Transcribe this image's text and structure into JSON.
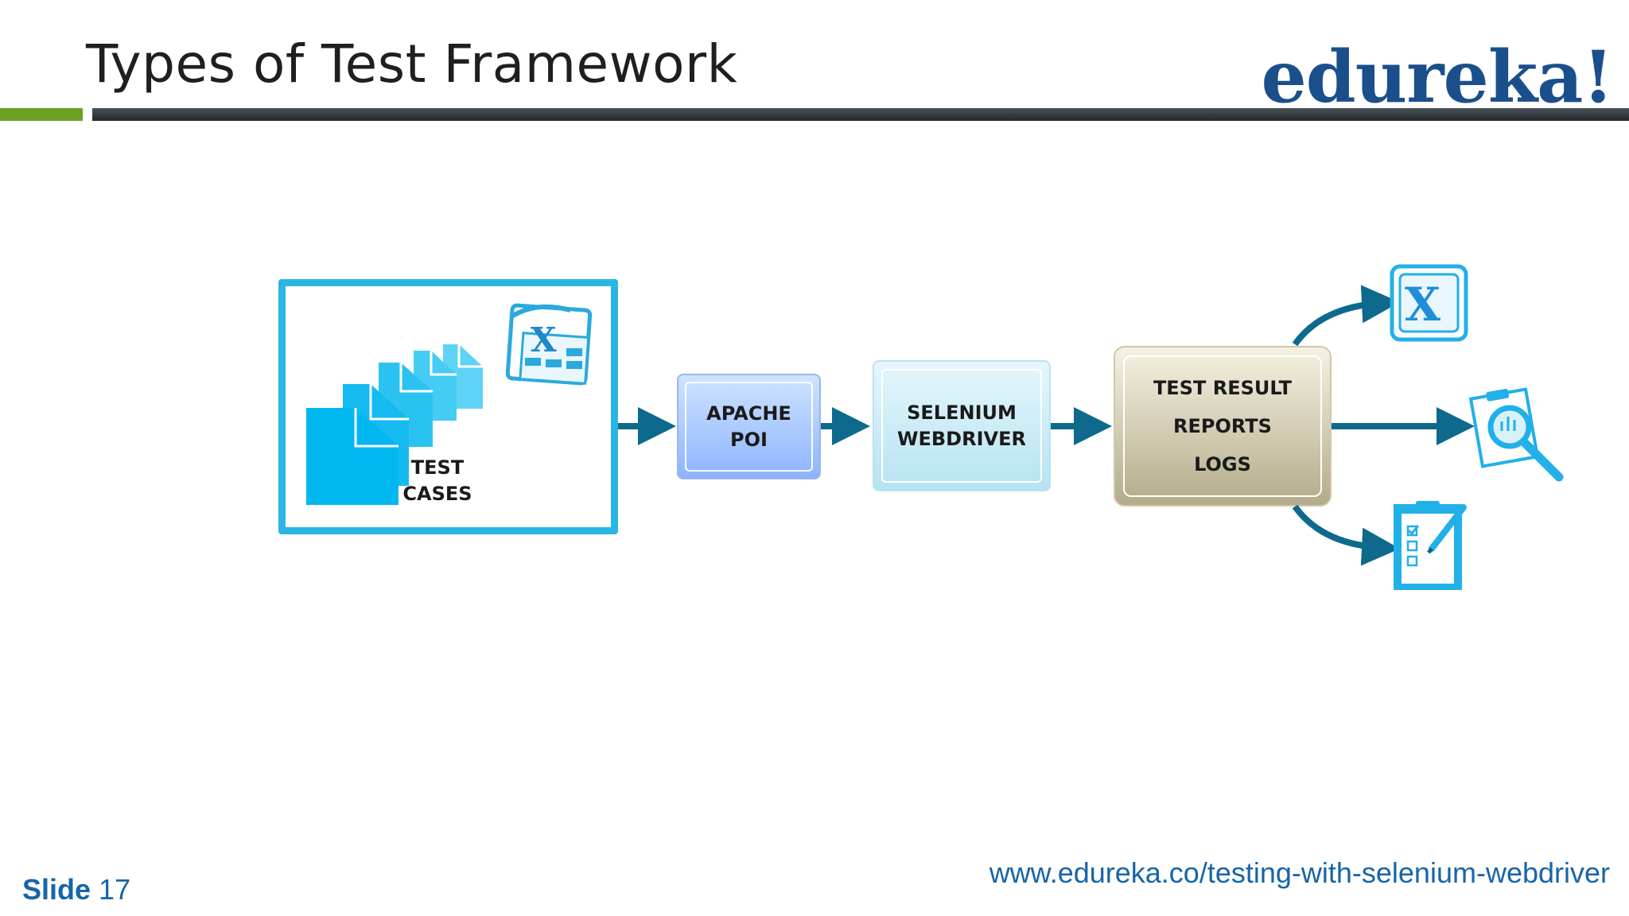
{
  "header": {
    "title": "Types of Test Framework",
    "logo_text": "edureka!"
  },
  "diagram": {
    "test_cases": {
      "line1": "TEST",
      "line2": "CASES"
    },
    "apache_poi": {
      "line1": "APACHE",
      "line2": "POI"
    },
    "selenium": {
      "line1": "SELENIUM",
      "line2": "WEBDRIVER"
    },
    "results": {
      "line1": "TEST RESULT",
      "line2": "REPORTS",
      "line3": "LOGS"
    },
    "outputs": [
      "excel-icon",
      "report-magnifier-icon",
      "checklist-icon"
    ]
  },
  "footer": {
    "slide_label": "Slide",
    "slide_number": "17",
    "url": "www.edureka.co/testing-with-selenium-webdriver"
  },
  "colors": {
    "accent_green": "#6aa121",
    "arrow": "#0d6a8c",
    "brand_blue": "#1b4f8c",
    "box_border": "#2bb5e4"
  }
}
